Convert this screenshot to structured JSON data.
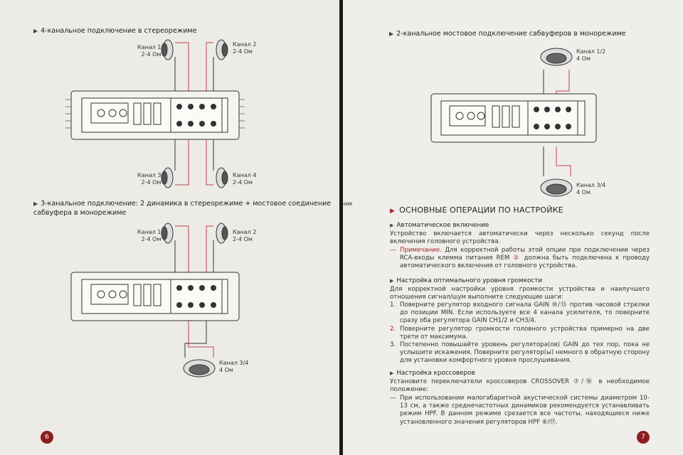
{
  "left_page": {
    "heading1": "4-канальное подключение в стереорежиме",
    "heading2_line1": "3-канальное подключение: 2 динамика в стереорежиме + мостовое соединение",
    "heading2_line2": "сабвуфера в монорежиме",
    "diagram1": {
      "ch1": "Канал 1",
      "ch1_imp": "2-4 Ом",
      "ch2": "Канал 2",
      "ch2_imp": "2-4 Ом",
      "ch3": "Канал 3",
      "ch3_imp": "2-4 Ом",
      "ch4": "Канал 4",
      "ch4_imp": "2-4 Ом"
    },
    "diagram2": {
      "ch1": "Канал 1",
      "ch1_imp": "2-4 Ом",
      "ch2": "Канал 2",
      "ch2_imp": "2-4 Ом",
      "ch34": "Канал 3/4",
      "ch34_imp": "4 Ом"
    },
    "page_number": "6"
  },
  "right_page": {
    "heading": "2-канальное мостовое подключение сабвуферов в монорежиме",
    "diagram": {
      "ch12": "Канал 1/2",
      "ch12_imp": "4 Ом",
      "ch34": "Канал 3/4",
      "ch34_imp": "4 Ом"
    },
    "edge_text": "ние",
    "section_title": "ОСНОВНЫЕ ОПЕРАЦИИ ПО НАСТРОЙКЕ",
    "auto_on": {
      "title": "Автоматическое включение",
      "text": "Устройство включается автоматически через несколько секунд после включения головного устройства.",
      "note_label": "Примечание.",
      "note_text": "Для корректной работы этой опции при подключении через RCA-входы клемма питания REM",
      "note_num": "②",
      "note_text2": "должна быть подключена к проводу автоматического включения от головного устройства."
    },
    "level": {
      "title": "Настройка оптимального уровня громкости",
      "intro": "Для корректной настройки уровня громкости устройства и наилучшего отношения сигнал/шум выполните следующие шаги:",
      "step1": "Поверните регулятор входного сигнала GAIN ⑩/⑬ против часовой стрелки до позиции MIN. Если используете все 4 канала усилителя, то поверните сразу оба регулятора GAIN CH1/2 и CH3/4.",
      "step2": "Поверните регулятор громкости головного устройства примерно на две трети от максимума.",
      "step3": "Постепенно повышайте уровень регулятора(ов) GAIN до тех пор, пока не услышите искажения. Поверните регулятор(ы) немного в обратную сторону для установки комфортного уровня прослушивания.",
      "n1": "1.",
      "n2": "2.",
      "n3": "3."
    },
    "crossover": {
      "title": "Настройка кроссоверов",
      "intro": "Установите переключатели кроссоверов CROSSOVER ⑦/⑯ в необходимое положение:",
      "dash": "—",
      "bullet": "При использовании малогабаритной акустической системы диаметром 10-13 см, а также среднечастотных динамиков рекомендуется устанавливать режим HPF. В данном режиме срезается все частоты, находящиеся ниже установленного значения регуляторов HPF ⑥/⑰."
    },
    "page_number": "7"
  },
  "colors": {
    "accent": "#a8222a",
    "page_badge": "#8d1c22"
  }
}
